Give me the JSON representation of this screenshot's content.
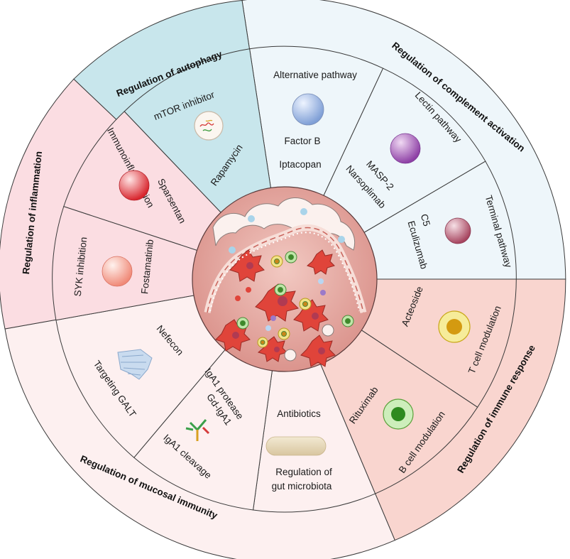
{
  "categories": {
    "autophagy": "Regulation of autophagy",
    "complement": "Regulation of complement activation",
    "inflammation": "Regulation of inflammation",
    "immune": "Regulation of immune response",
    "mucosal": "Regulation of mucosal immunity"
  },
  "autophagy": {
    "target": "mTOR inhibitor",
    "drug": "Rapamycin"
  },
  "complement": {
    "alternative": {
      "pathway": "Alternative pathway",
      "target": "Factor B",
      "drug": "Iptacopan"
    },
    "lectin": {
      "pathway": "Lectin pathway",
      "target": "MASP-2",
      "drug": "Narsoplimab"
    },
    "terminal": {
      "pathway": "Terminal pathway",
      "target": "C5",
      "drug": "Eculizumab"
    }
  },
  "inflammation": {
    "immunoinflammation": {
      "mechanism": "Immunoinflammation",
      "drug": "Sparsentan"
    },
    "syk": {
      "mechanism": "SYK  inhibition",
      "drug": "Fostamatinib"
    }
  },
  "immune": {
    "tcell": {
      "drug": "Acteoside",
      "mechanism": "T cell modulation"
    },
    "bcell": {
      "drug": "Rituximab",
      "mechanism": "B cell modulation"
    }
  },
  "mucosal": {
    "galt": {
      "drug": "Nefecon",
      "mechanism": "Targeting GALT"
    },
    "iga": {
      "drug": "IgA1 protease",
      "target": "Gd-IgA1",
      "mechanism": "IgA1 cleavage"
    },
    "microbiota": {
      "drug": "Antibiotics",
      "mechanism_line1": "Regulation of",
      "mechanism_line2": "gut microbiota"
    }
  },
  "colors": {
    "autophagy": "#c8e6ec",
    "complement": "#eef6fa",
    "inflammation": "#fbdde2",
    "immune": "#f9d5cf",
    "mucosal": "#fdf0f0",
    "center": "#e4a9a3"
  }
}
